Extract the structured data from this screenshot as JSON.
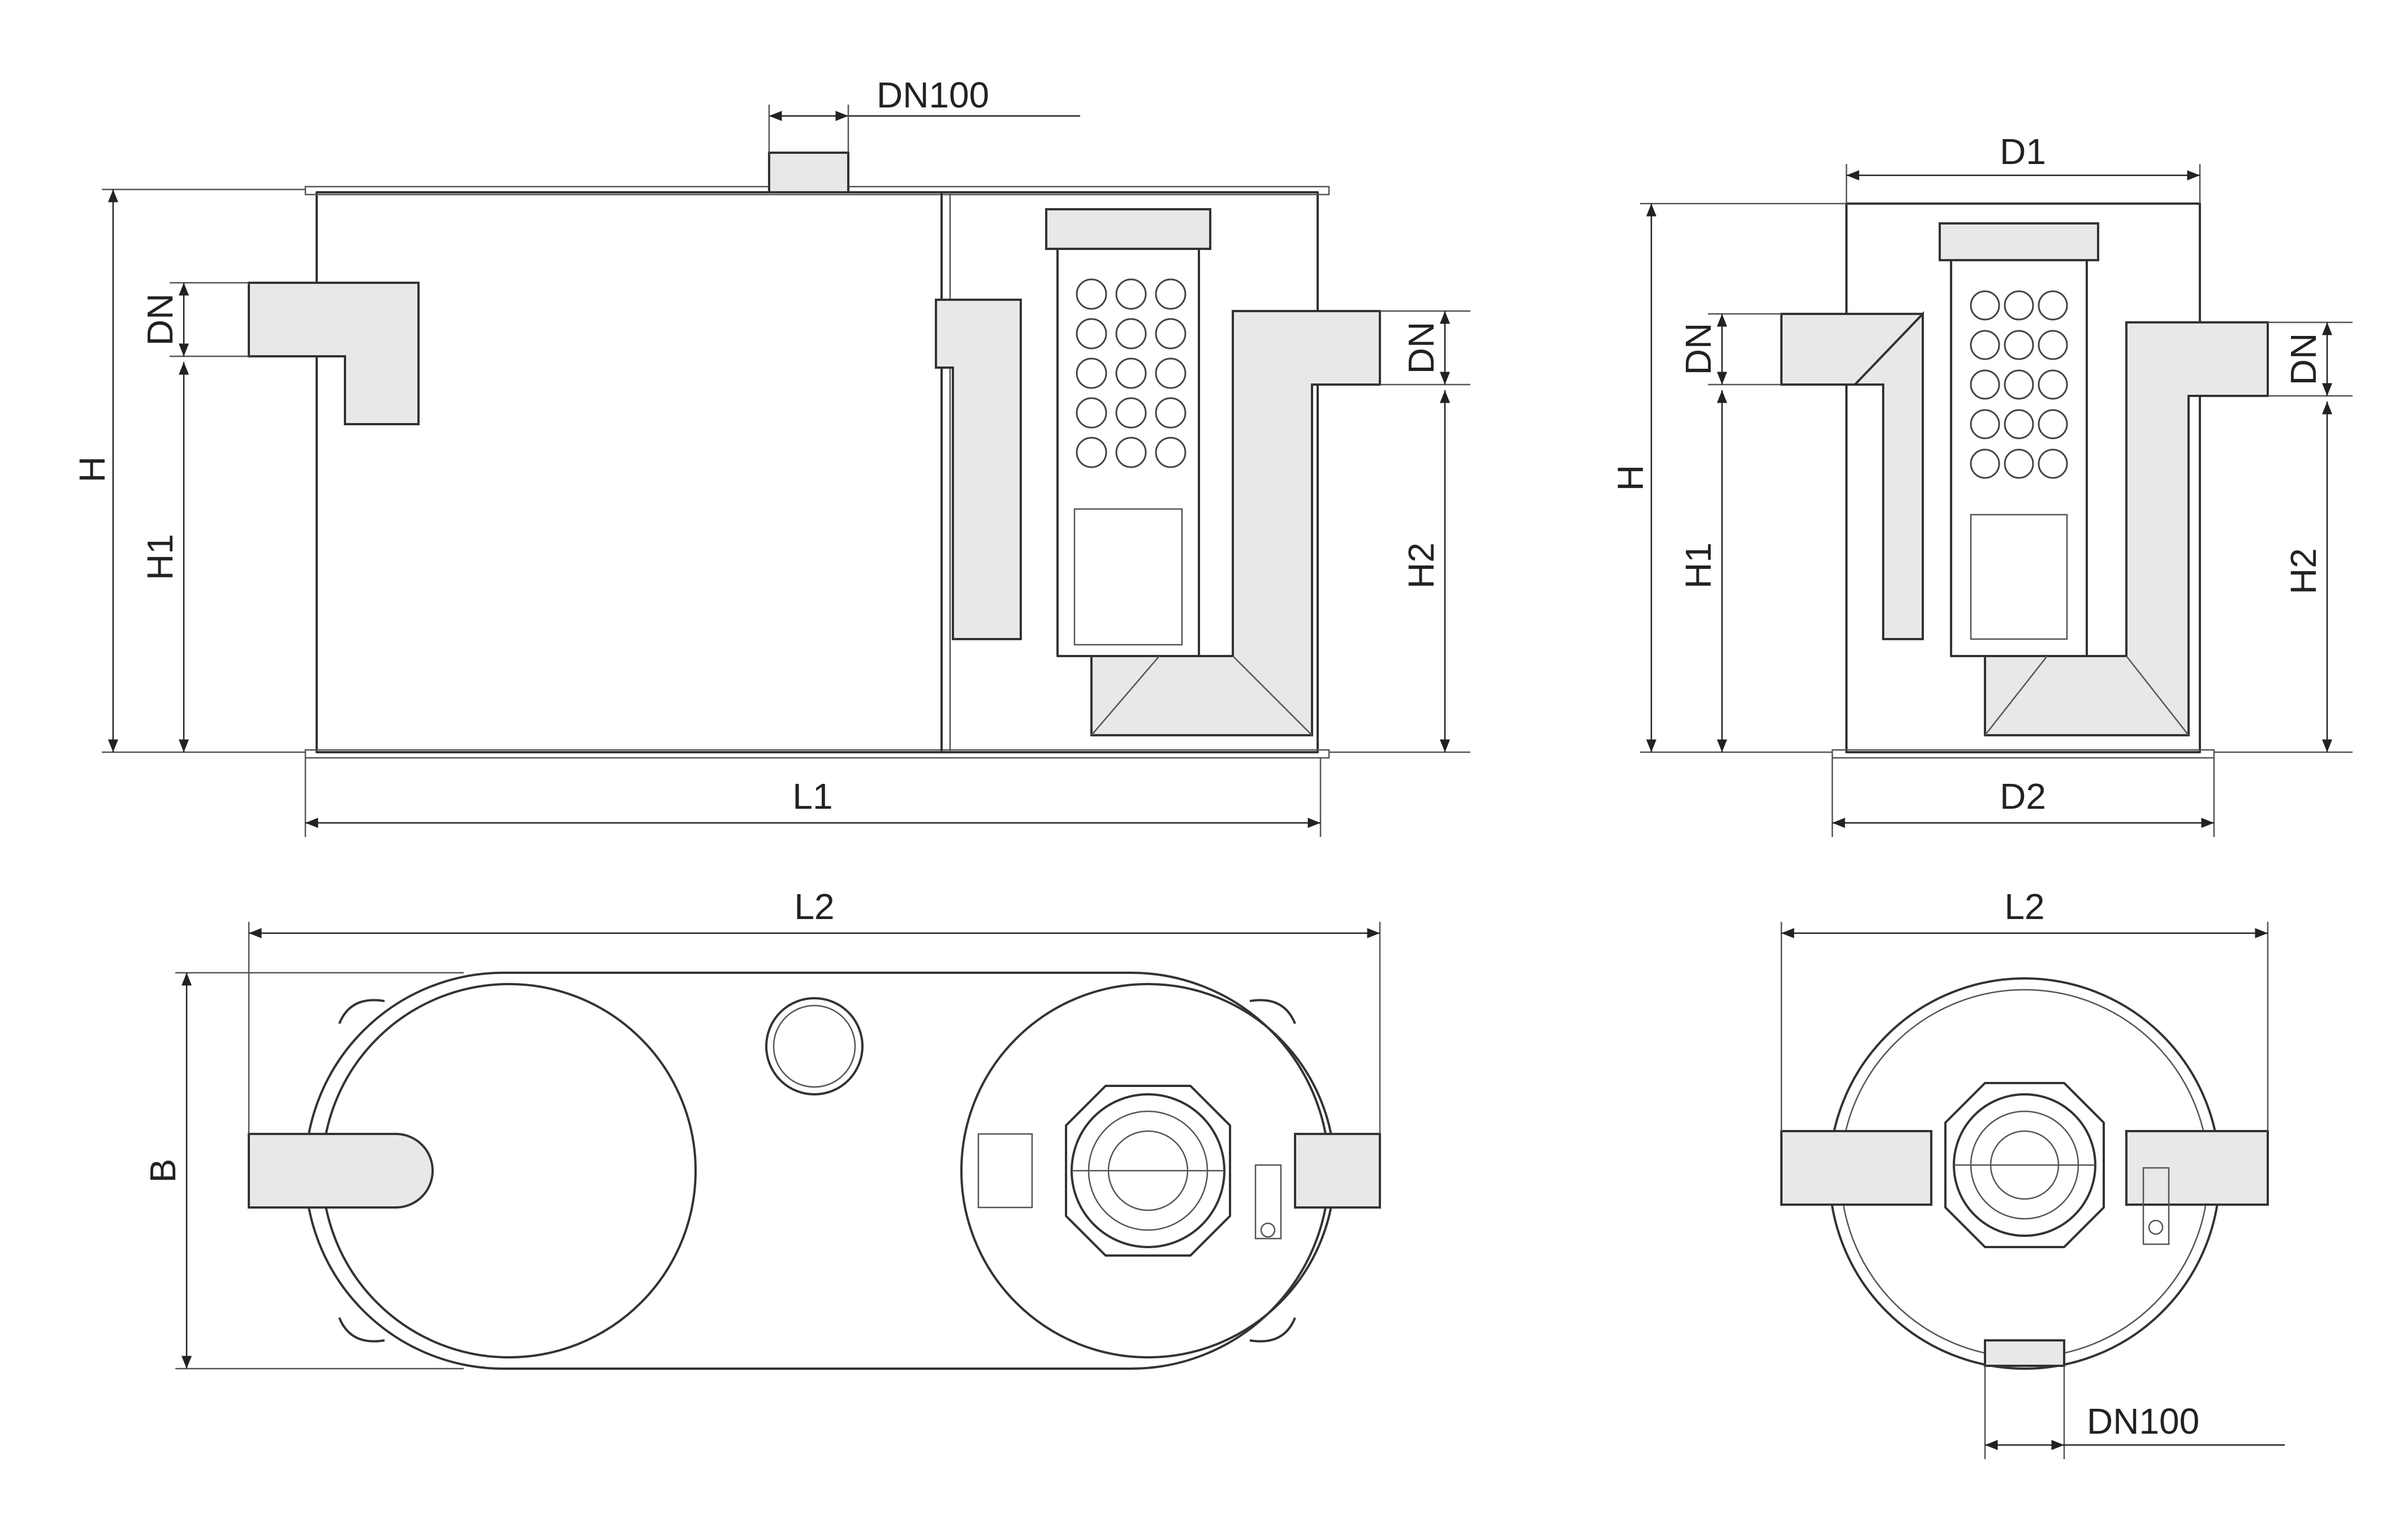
{
  "labels": {
    "side_top_pipe": "DN100",
    "side_height_total": "H",
    "side_dn_inlet": "DN",
    "side_h1": "H1",
    "side_dn_outlet": "DN",
    "side_h2": "H2",
    "side_length": "L1",
    "end_d1": "D1",
    "end_height_total": "H",
    "end_dn_inlet": "DN",
    "end_h1": "H1",
    "end_dn_outlet": "DN",
    "end_h2": "H2",
    "end_d2": "D2",
    "plan_length": "L2",
    "plan_width": "B",
    "round_plan_length": "L2",
    "round_plan_pipe": "DN100"
  },
  "colors": {
    "line": "#333333",
    "background": "#ffffff"
  }
}
